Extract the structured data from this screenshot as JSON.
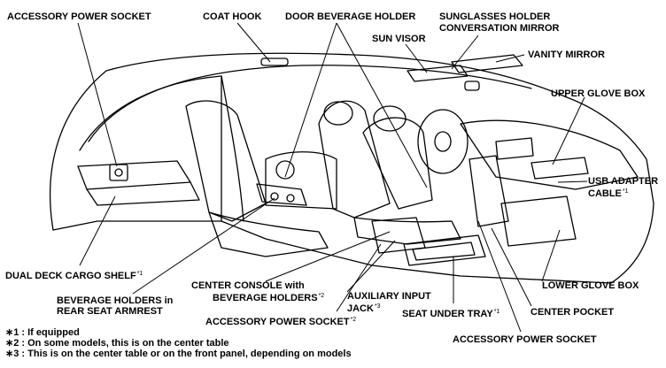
{
  "labels": {
    "accessory_power_socket_top": "ACCESSORY POWER SOCKET",
    "coat_hook": "COAT HOOK",
    "door_beverage_holder": "DOOR BEVERAGE HOLDER",
    "sunglasses_holder": "SUNGLASSES HOLDER",
    "conversation_mirror": "CONVERSATION MIRROR",
    "sun_visor": "SUN VISOR",
    "vanity_mirror": "VANITY MIRROR",
    "upper_glove_box": "UPPER GLOVE BOX",
    "usb_adapter": "USB ADAPTER",
    "cable": "CABLE",
    "cable_mark": "*1",
    "dual_deck_cargo_shelf": "DUAL DECK CARGO SHELF",
    "dual_deck_mark": "*1",
    "beverage_holders_in": "BEVERAGE HOLDERS in",
    "rear_seat_armrest": "REAR SEAT ARMREST",
    "center_console_with": "CENTER CONSOLE with",
    "console_beverage_holders": "BEVERAGE HOLDERS",
    "console_mark": "*2",
    "auxiliary_input": "AUXILIARY INPUT",
    "jack": "JACK",
    "jack_mark": "*3",
    "accessory_power_socket_mid": "ACCESSORY POWER SOCKET",
    "socket_mid_mark": "*2",
    "seat_under_tray": "SEAT UNDER TRAY",
    "tray_mark": "*1",
    "center_pocket": "CENTER POCKET",
    "lower_glove_box": "LOWER GLOVE BOX",
    "accessory_power_socket_bottom": "ACCESSORY POWER SOCKET"
  },
  "footnotes": [
    {
      "mark": "∗1",
      "text": ": If equipped"
    },
    {
      "mark": "∗2",
      "text": ": On some models, this is on the center table"
    },
    {
      "mark": "∗3",
      "text": ": This is on the center table or on the front panel, depending on models"
    }
  ]
}
